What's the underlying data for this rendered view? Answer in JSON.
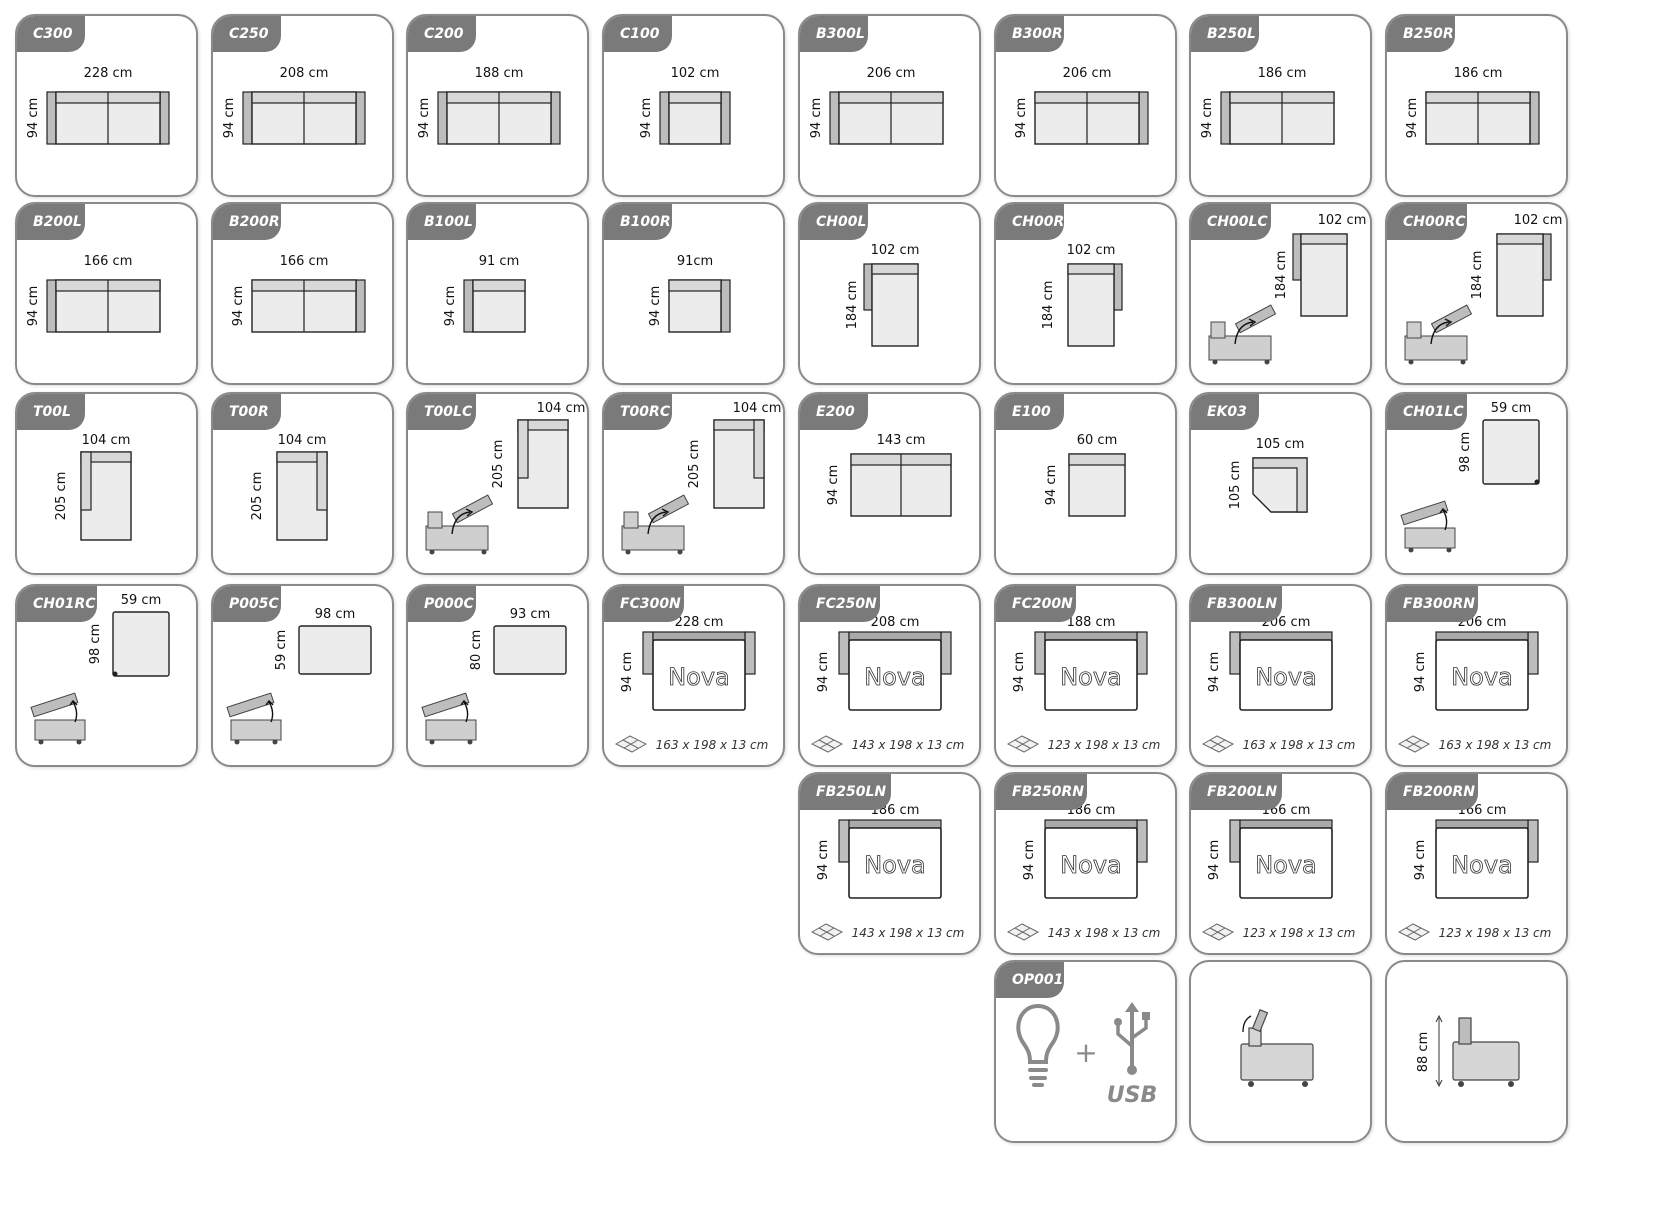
{
  "unit": "cm",
  "nova_label": "Nova",
  "usb_label": "USB",
  "modules": [
    {
      "code": "C300",
      "width": "228 cm",
      "depth": "94 cm",
      "kind": "sofa",
      "arms": "both",
      "seats": 2
    },
    {
      "code": "C250",
      "width": "208 cm",
      "depth": "94 cm",
      "kind": "sofa",
      "arms": "both",
      "seats": 2
    },
    {
      "code": "C200",
      "width": "188 cm",
      "depth": "94 cm",
      "kind": "sofa",
      "arms": "both",
      "seats": 2
    },
    {
      "code": "C100",
      "width": "102 cm",
      "depth": "94 cm",
      "kind": "sofa",
      "arms": "both",
      "seats": 1
    },
    {
      "code": "B300L",
      "width": "206 cm",
      "depth": "94 cm",
      "kind": "sofa",
      "arms": "left",
      "seats": 2
    },
    {
      "code": "B300R",
      "width": "206 cm",
      "depth": "94 cm",
      "kind": "sofa",
      "arms": "right",
      "seats": 2
    },
    {
      "code": "B250L",
      "width": "186 cm",
      "depth": "94 cm",
      "kind": "sofa",
      "arms": "left",
      "seats": 2
    },
    {
      "code": "B250R",
      "width": "186 cm",
      "depth": "94 cm",
      "kind": "sofa",
      "arms": "right",
      "seats": 2
    },
    {
      "code": "B200L",
      "width": "166 cm",
      "depth": "94 cm",
      "kind": "sofa",
      "arms": "left",
      "seats": 2
    },
    {
      "code": "B200R",
      "width": "166 cm",
      "depth": "94 cm",
      "kind": "sofa",
      "arms": "right",
      "seats": 2
    },
    {
      "code": "B100L",
      "width": "91 cm",
      "depth": "94 cm",
      "kind": "sofa",
      "arms": "left",
      "seats": 1
    },
    {
      "code": "B100R",
      "width": "91cm",
      "depth": "94 cm",
      "kind": "sofa",
      "arms": "right",
      "seats": 1
    },
    {
      "code": "CH00L",
      "width": "102 cm",
      "depth": "184 cm",
      "kind": "chaise",
      "arms": "left"
    },
    {
      "code": "CH00R",
      "width": "102 cm",
      "depth": "184 cm",
      "kind": "chaise",
      "arms": "right"
    },
    {
      "code": "CH00LC",
      "width": "102 cm",
      "depth": "184 cm",
      "kind": "chaise-storage",
      "arms": "left"
    },
    {
      "code": "CH00RC",
      "width": "102 cm",
      "depth": "184 cm",
      "kind": "chaise-storage",
      "arms": "right"
    },
    {
      "code": "T00L",
      "width": "104 cm",
      "depth": "205 cm",
      "kind": "corner-chaise",
      "arms": "left"
    },
    {
      "code": "T00R",
      "width": "104 cm",
      "depth": "205 cm",
      "kind": "corner-chaise",
      "arms": "right"
    },
    {
      "code": "T00LC",
      "width": "104 cm",
      "depth": "205 cm",
      "kind": "corner-chaise-storage",
      "arms": "left"
    },
    {
      "code": "T00RC",
      "width": "104 cm",
      "depth": "205 cm",
      "kind": "corner-chaise-storage",
      "arms": "right"
    },
    {
      "code": "E200",
      "width": "143 cm",
      "depth": "94 cm",
      "kind": "armless",
      "seats": 2
    },
    {
      "code": "E100",
      "width": "60 cm",
      "depth": "94 cm",
      "kind": "armless",
      "seats": 1
    },
    {
      "code": "EK03",
      "width": "105 cm",
      "depth": "105 cm",
      "kind": "corner"
    },
    {
      "code": "CH01LC",
      "width": "59 cm",
      "depth": "98 cm",
      "kind": "pouf-side",
      "arms": "left"
    },
    {
      "code": "CH01RC",
      "width": "59 cm",
      "depth": "98 cm",
      "kind": "pouf-side",
      "arms": "right"
    },
    {
      "code": "P005C",
      "width": "98 cm",
      "depth": "59 cm",
      "kind": "pouf"
    },
    {
      "code": "P000C",
      "width": "93 cm",
      "depth": "80 cm",
      "kind": "pouf"
    },
    {
      "code": "FC300N",
      "width": "228 cm",
      "depth": "94 cm",
      "kind": "sofabed",
      "arms": "both",
      "mattress": "163 x 198 x 13 cm"
    },
    {
      "code": "FC250N",
      "width": "208 cm",
      "depth": "94 cm",
      "kind": "sofabed",
      "arms": "both",
      "mattress": "143 x 198 x 13 cm"
    },
    {
      "code": "FC200N",
      "width": "188 cm",
      "depth": "94 cm",
      "kind": "sofabed",
      "arms": "both",
      "mattress": "123 x 198 x 13 cm"
    },
    {
      "code": "FB300LN",
      "width": "206 cm",
      "depth": "94 cm",
      "kind": "sofabed",
      "arms": "left",
      "mattress": "163 x 198 x 13 cm"
    },
    {
      "code": "FB300RN",
      "width": "206 cm",
      "depth": "94 cm",
      "kind": "sofabed",
      "arms": "right",
      "mattress": "163 x 198 x 13 cm"
    },
    {
      "code": "FB250LN",
      "width": "186 cm",
      "depth": "94 cm",
      "kind": "sofabed",
      "arms": "left",
      "mattress": "143 x 198 x 13 cm"
    },
    {
      "code": "FB250RN",
      "width": "186 cm",
      "depth": "94 cm",
      "kind": "sofabed",
      "arms": "right",
      "mattress": "143 x 198 x 13 cm"
    },
    {
      "code": "FB200LN",
      "width": "166 cm",
      "depth": "94 cm",
      "kind": "sofabed",
      "arms": "left",
      "mattress": "123 x 198 x 13 cm"
    },
    {
      "code": "FB200RN",
      "width": "166 cm",
      "depth": "94 cm",
      "kind": "sofabed",
      "arms": "right",
      "mattress": "123 x 198 x 13 cm"
    },
    {
      "code": "OP001",
      "kind": "usb-light"
    },
    {
      "code": "",
      "kind": "headrest-tilt"
    },
    {
      "code": "",
      "height": "88 cm",
      "kind": "headrest-height"
    }
  ]
}
